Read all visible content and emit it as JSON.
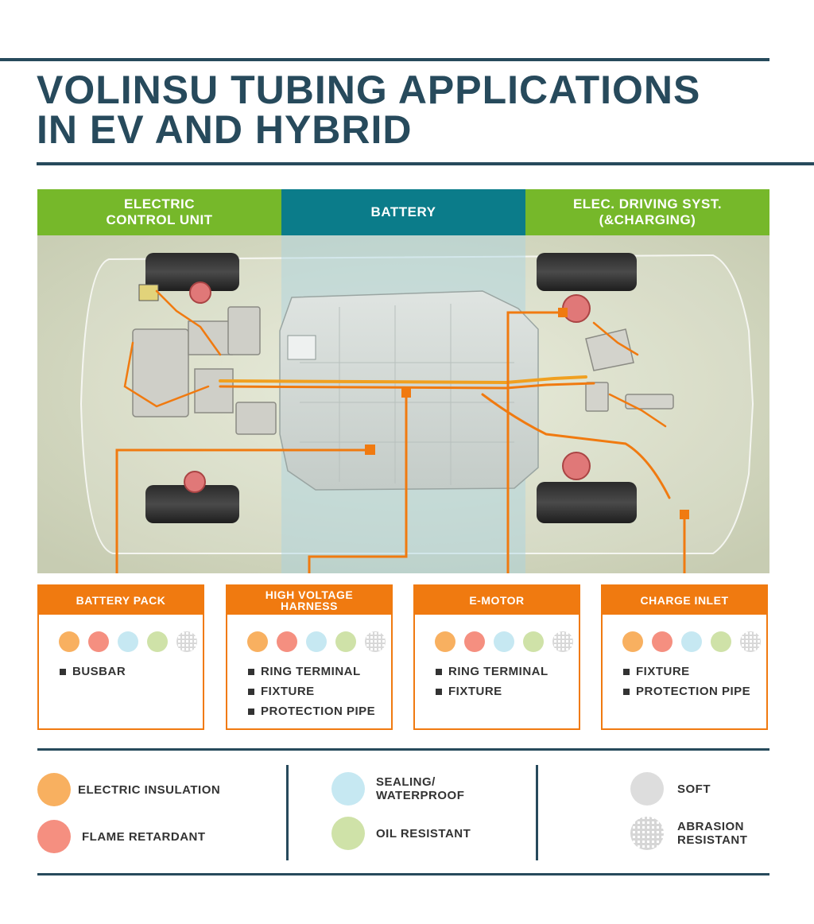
{
  "title": "VOLINSU TUBING APPLICATIONS\nIN EV AND HYBRID",
  "sections": [
    {
      "label": "ELECTRIC\nCONTROL UNIT",
      "color": "#76b82a"
    },
    {
      "label": "BATTERY",
      "color": "#0b7c8a"
    },
    {
      "label": "ELEC. DRIVING SYST.\n(&CHARGING)",
      "color": "#76b82a"
    }
  ],
  "colors": {
    "dark_blue": "#274a5c",
    "orange": "#f07a10",
    "green": "#76b82a",
    "teal": "#0b7c8a",
    "electric_insulation": "#f8b060",
    "flame_retardant": "#f58f80",
    "sealing_waterproof": "#c6e8f2",
    "oil_resistant": "#cfe2a8",
    "soft": "#dddddd"
  },
  "properties": [
    "electric_insulation",
    "flame_retardant",
    "sealing_waterproof",
    "oil_resistant",
    "abrasion_resistant"
  ],
  "cards": [
    {
      "title": "BATTERY PACK",
      "features": [
        "BUSBAR"
      ]
    },
    {
      "title": "HIGH VOLTAGE\nHARNESS",
      "features": [
        "RING TERMINAL",
        "FIXTURE",
        "PROTECTION PIPE"
      ]
    },
    {
      "title": "E-MOTOR",
      "features": [
        "RING TERMINAL",
        "FIXTURE"
      ]
    },
    {
      "title": "CHARGE INLET",
      "features": [
        "FIXTURE",
        "PROTECTION PIPE"
      ]
    }
  ],
  "legend": [
    {
      "label": "ELECTRIC INSULATION",
      "icon": "orange-circle-icon"
    },
    {
      "label": "FLAME RETARDANT",
      "icon": "red-circle-icon"
    },
    {
      "label": "SEALING/\nWATERPROOF",
      "icon": "light-blue-circle-icon"
    },
    {
      "label": "OIL RESISTANT",
      "icon": "light-green-circle-icon"
    },
    {
      "label": "SOFT",
      "icon": "grey-circle-icon"
    },
    {
      "label": "ABRASION\nRESISTANT",
      "icon": "mesh-circle-icon"
    }
  ]
}
